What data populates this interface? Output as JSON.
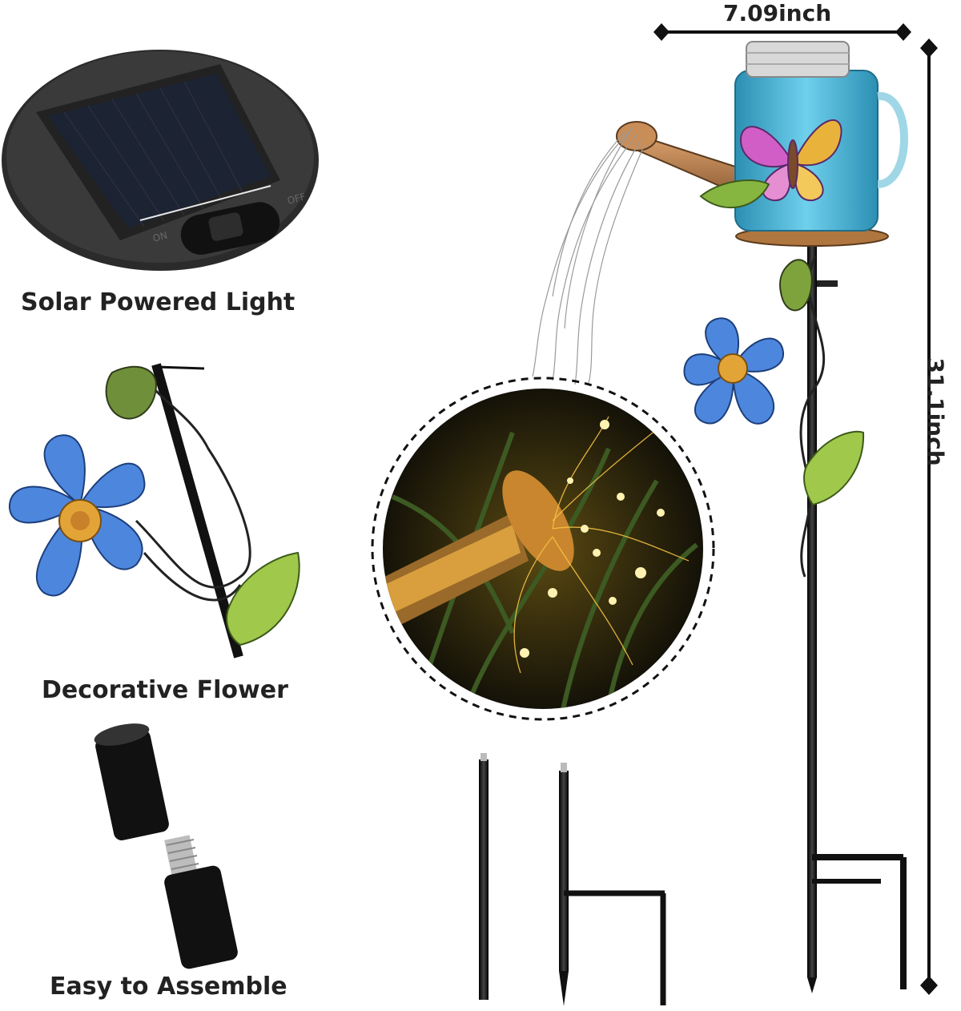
{
  "captions": {
    "solar": "Solar Powered Light",
    "flower": "Decorative Flower",
    "assemble": "Easy to Assemble"
  },
  "dimensions": {
    "width": "7.09inch",
    "height": "31.1inch"
  },
  "panel_markings": {
    "on": "ON",
    "off": "OFF"
  },
  "colors": {
    "text": "#222222",
    "jar": "#3aa6c9",
    "flower": "#3f7fd6",
    "leaf": "#8bbf3f",
    "stake": "#1a1a1a",
    "glow": "#f5c242"
  }
}
